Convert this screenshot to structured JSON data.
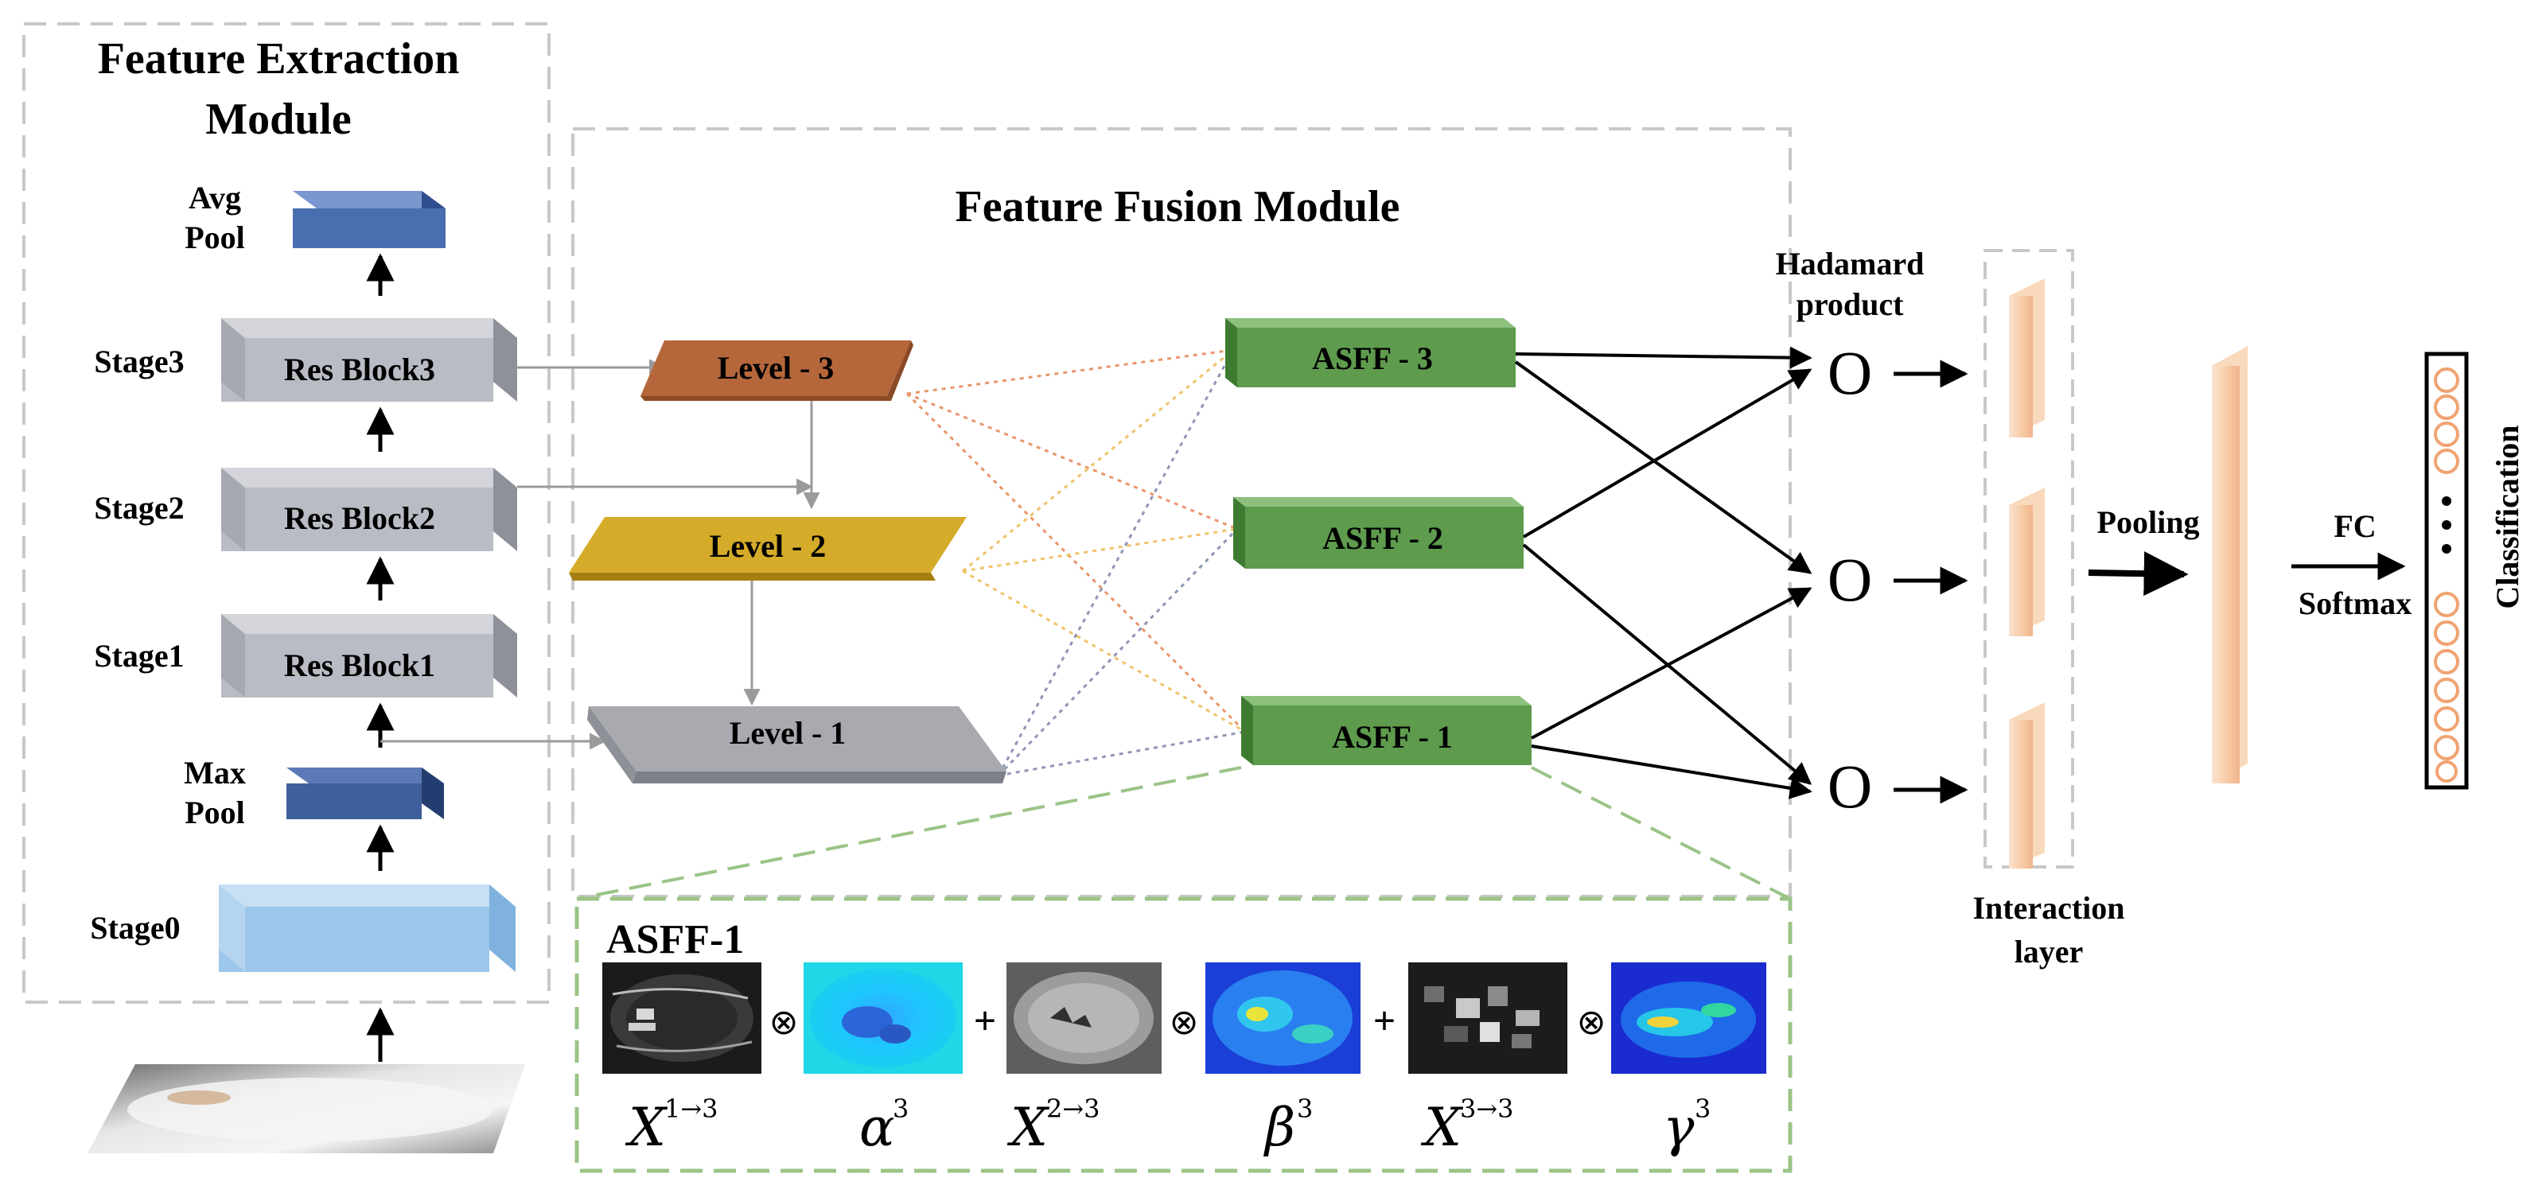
{
  "modules": {
    "extraction_title_1": "Feature Extraction",
    "extraction_title_2": "Module",
    "fusion_title": "Feature Fusion Module"
  },
  "backbone": {
    "avg_pool_1": "Avg",
    "avg_pool_2": "Pool",
    "stage3": "Stage3",
    "stage2": "Stage2",
    "stage1": "Stage1",
    "stage0": "Stage0",
    "max_pool_1": "Max",
    "max_pool_2": "Pool",
    "res3": "Res Block3",
    "res2": "Res Block2",
    "res1": "Res Block1"
  },
  "levels": {
    "l3": "Level - 3",
    "l2": "Level - 2",
    "l1": "Level - 1"
  },
  "asff": {
    "a3": "ASFF - 3",
    "a2": "ASFF - 2",
    "a1": "ASFF - 1",
    "detail_title": "ASFF-1"
  },
  "hadamard": {
    "label_1": "Hadamard",
    "label_2": "product",
    "symbol": "O"
  },
  "interaction": {
    "label_1": "Interaction",
    "label_2": "layer"
  },
  "head": {
    "pooling": "Pooling",
    "fc": "FC",
    "softmax": "Softmax",
    "classification": "Classification",
    "dots": "•••"
  },
  "formula": {
    "otimes": "⊗",
    "plus": "+",
    "x13": "X",
    "x13_sup": "1→3",
    "alpha": "α",
    "alpha_sup": "3",
    "x23": "X",
    "x23_sup": "2→3",
    "beta": "β",
    "beta_sup": "3",
    "x33": "X",
    "x33_sup": "3→3",
    "gamma": "γ",
    "gamma_sup": "3"
  },
  "colors": {
    "backbone_block": "#b9bcc4",
    "pool_block": "#3f5f9c",
    "avg_pool_block": "#4a6fb0",
    "stage0_block": "#9cc6ea",
    "level3": "#b5673b",
    "level2": "#d5ac2a",
    "level1": "#a8aab0",
    "asff": "#5e9b4d",
    "interaction": "#f6cba6",
    "dashed_border": "#c8c8c8",
    "detail_border": "#9bc487"
  }
}
